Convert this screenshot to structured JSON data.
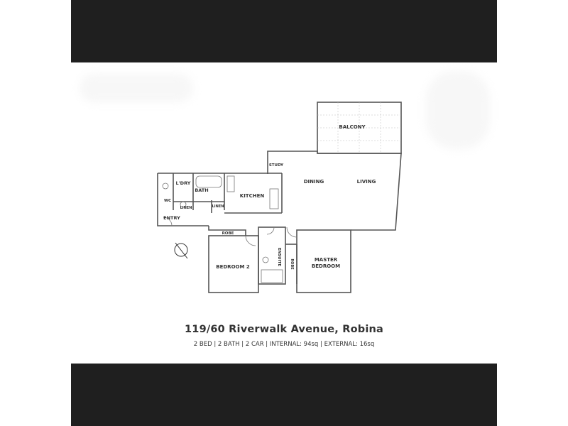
{
  "listing": {
    "address": "119/60 Riverwalk Avenue, Robina",
    "summary": "2 BED | 2 BATH | 2 CAR | INTERNAL: 94sq | EXTERNAL: 16sq"
  },
  "rooms": {
    "balcony": "BALCONY",
    "study": "STUDY",
    "dining": "DINING",
    "living": "LIVING",
    "kitchen": "KITCHEN",
    "ldry": "L'DRY",
    "bath": "BATH",
    "wc": "WC",
    "linen_1": "LINEN",
    "linen_2": "LINEN",
    "entry": "ENTRY",
    "robe_1": "ROBE",
    "robe_2": "ROBE",
    "ensuite": "ENSUITE",
    "bedroom_2": "BEDROOM 2",
    "master_line1": "MASTER",
    "master_line2": "BEDROOM"
  },
  "colors": {
    "bars": "#1f1f1f",
    "walls": "#555555",
    "text": "#333333"
  }
}
